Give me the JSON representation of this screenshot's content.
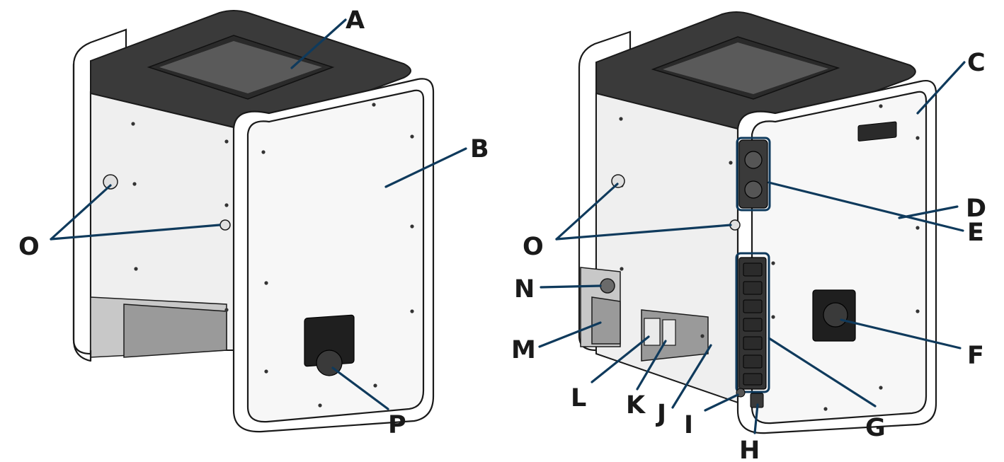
{
  "figure": {
    "left_unit_labels": [
      "A",
      "B",
      "O",
      "P"
    ],
    "right_unit_labels": [
      "C",
      "D",
      "E",
      "F",
      "G",
      "H",
      "I",
      "J",
      "K",
      "L",
      "M",
      "N",
      "O"
    ]
  },
  "callouts": {
    "A": "A",
    "B": "B",
    "C": "C",
    "D": "D",
    "E": "E",
    "F": "F",
    "G": "G",
    "H": "H",
    "I": "I",
    "J": "J",
    "K": "K",
    "L": "L",
    "M": "M",
    "N": "N",
    "O_left": "O",
    "O_right": "O",
    "P": "P"
  },
  "colors": {
    "leader_line": "#0f3a5c",
    "outline": "#1a1a1a",
    "top_cover": "#3a3a3a"
  }
}
